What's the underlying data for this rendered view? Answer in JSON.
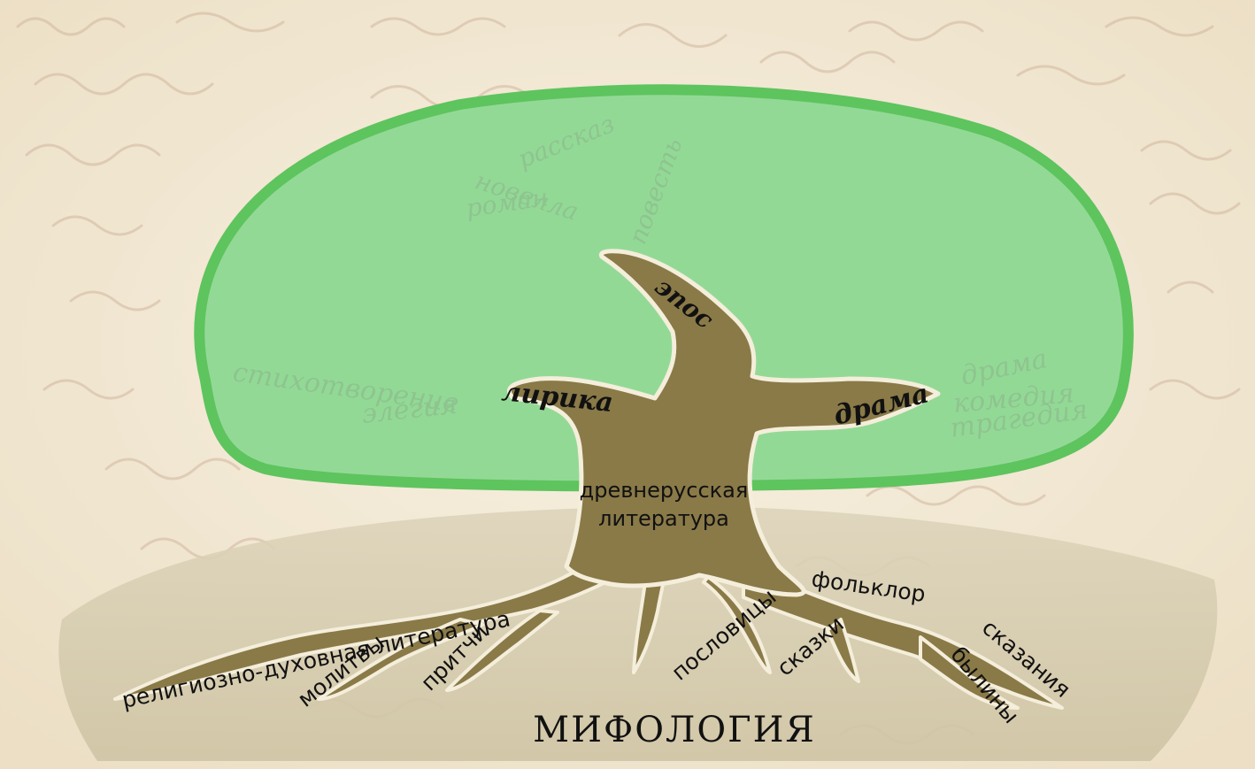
{
  "colors": {
    "paper": "#f3ead7",
    "paper_edge": "#e6d8bd",
    "script_ink": "#c9a98e",
    "crown_fill": "#93d996",
    "crown_stroke": "#5ec45e",
    "ground": "#d6cdb2",
    "ground_dark": "#c8bd9c",
    "trunk": "#8a7a48",
    "trunk_outline": "#f4eedb",
    "faded_text": "#8dbd8c",
    "ink": "#111111"
  },
  "crown": {
    "epos_words": [
      "рассказ",
      "повесть",
      "новелла",
      "роман"
    ],
    "lyric_words": [
      "стихотворение",
      "элегия"
    ],
    "drama_words": [
      "драма",
      "комедия",
      "трагедия"
    ]
  },
  "branches": {
    "epos": "эпос",
    "lyrics": "лирика",
    "drama": "драма"
  },
  "trunk_label": [
    "древнерусская",
    "литература"
  ],
  "roots": {
    "religious": "религиозно-духовная литература",
    "prayers": "молитвы",
    "parables": "притчи",
    "proverbs": "пословицы",
    "folklore": "фольклор",
    "tales": "сказки",
    "legends": "сказания",
    "bylinas": "былины"
  },
  "base_label": "МИФОЛОГИЯ"
}
